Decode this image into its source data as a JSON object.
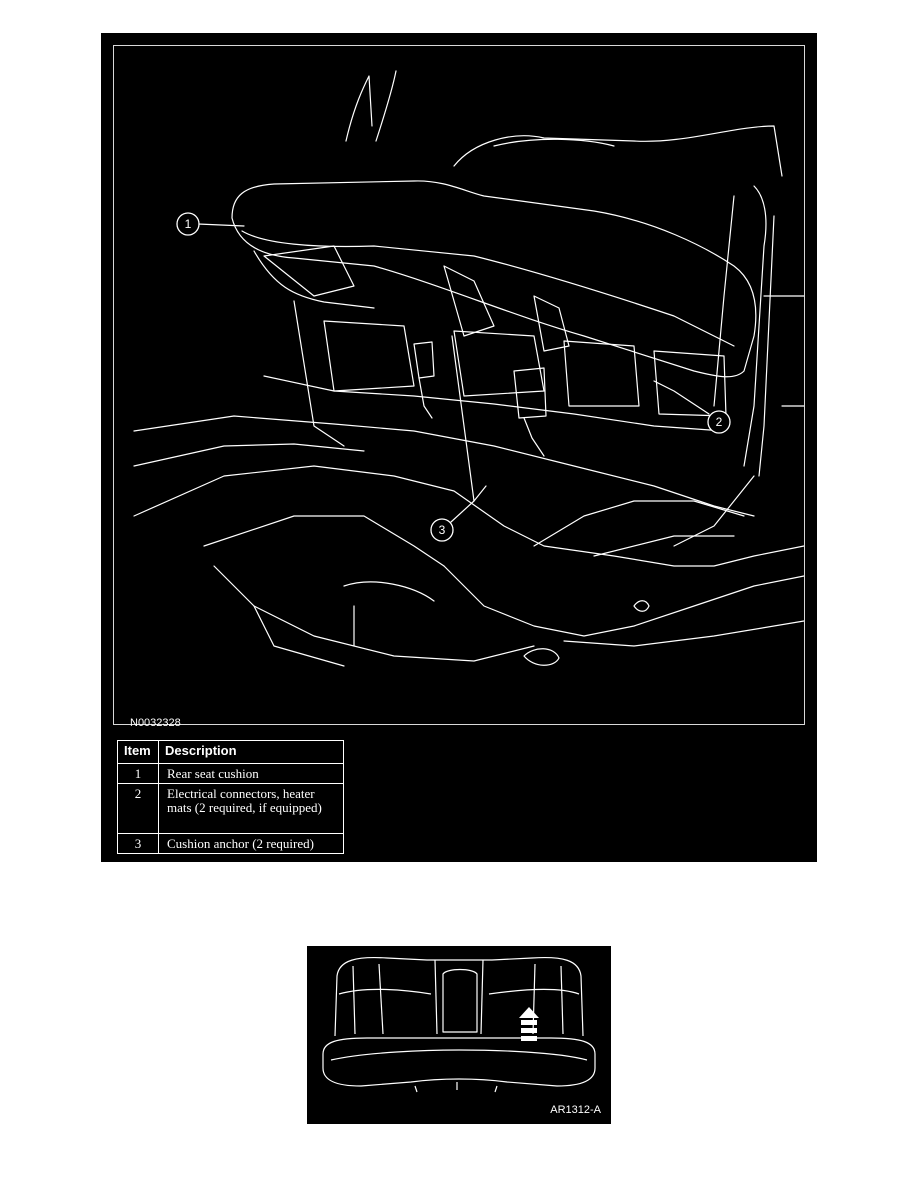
{
  "figure1": {
    "code": "N0032328",
    "callouts": [
      "1",
      "2",
      "3"
    ]
  },
  "legend": {
    "header": {
      "item": "Item",
      "description": "Description"
    },
    "rows": [
      {
        "item": "1",
        "description": "Rear seat cushion"
      },
      {
        "item": "2",
        "description": "Electrical connectors, heater mats (2 required, if equipped)"
      },
      {
        "item": "3",
        "description": "Cushion anchor (2 required)"
      }
    ]
  },
  "figure2": {
    "code": "AR1312-A"
  }
}
